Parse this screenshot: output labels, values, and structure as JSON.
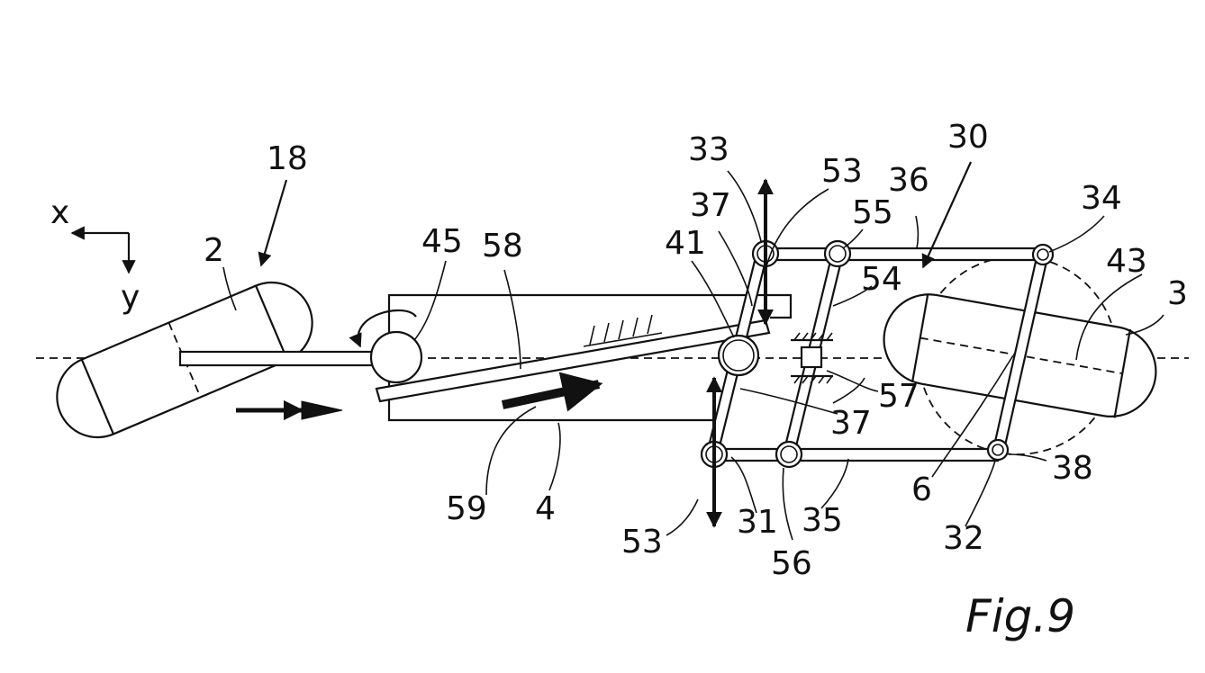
{
  "figure_title": "Fig.9",
  "axes": {
    "x_label": "x",
    "y_label": "y"
  },
  "reference_numerals": {
    "n18": "18",
    "n2": "2",
    "n45": "45",
    "n58": "58",
    "n59": "59",
    "n4": "4",
    "n41": "41",
    "n33": "33",
    "n37_top": "37",
    "n53_top": "53",
    "n53_bottom": "53",
    "n36": "36",
    "n30": "30",
    "n55": "55",
    "n54": "54",
    "n34": "34",
    "n43": "43",
    "n3": "3",
    "n57": "57",
    "n37_bottom": "37",
    "n31": "31",
    "n56": "56",
    "n35": "35",
    "n6": "6",
    "n32": "32",
    "n38": "38"
  }
}
